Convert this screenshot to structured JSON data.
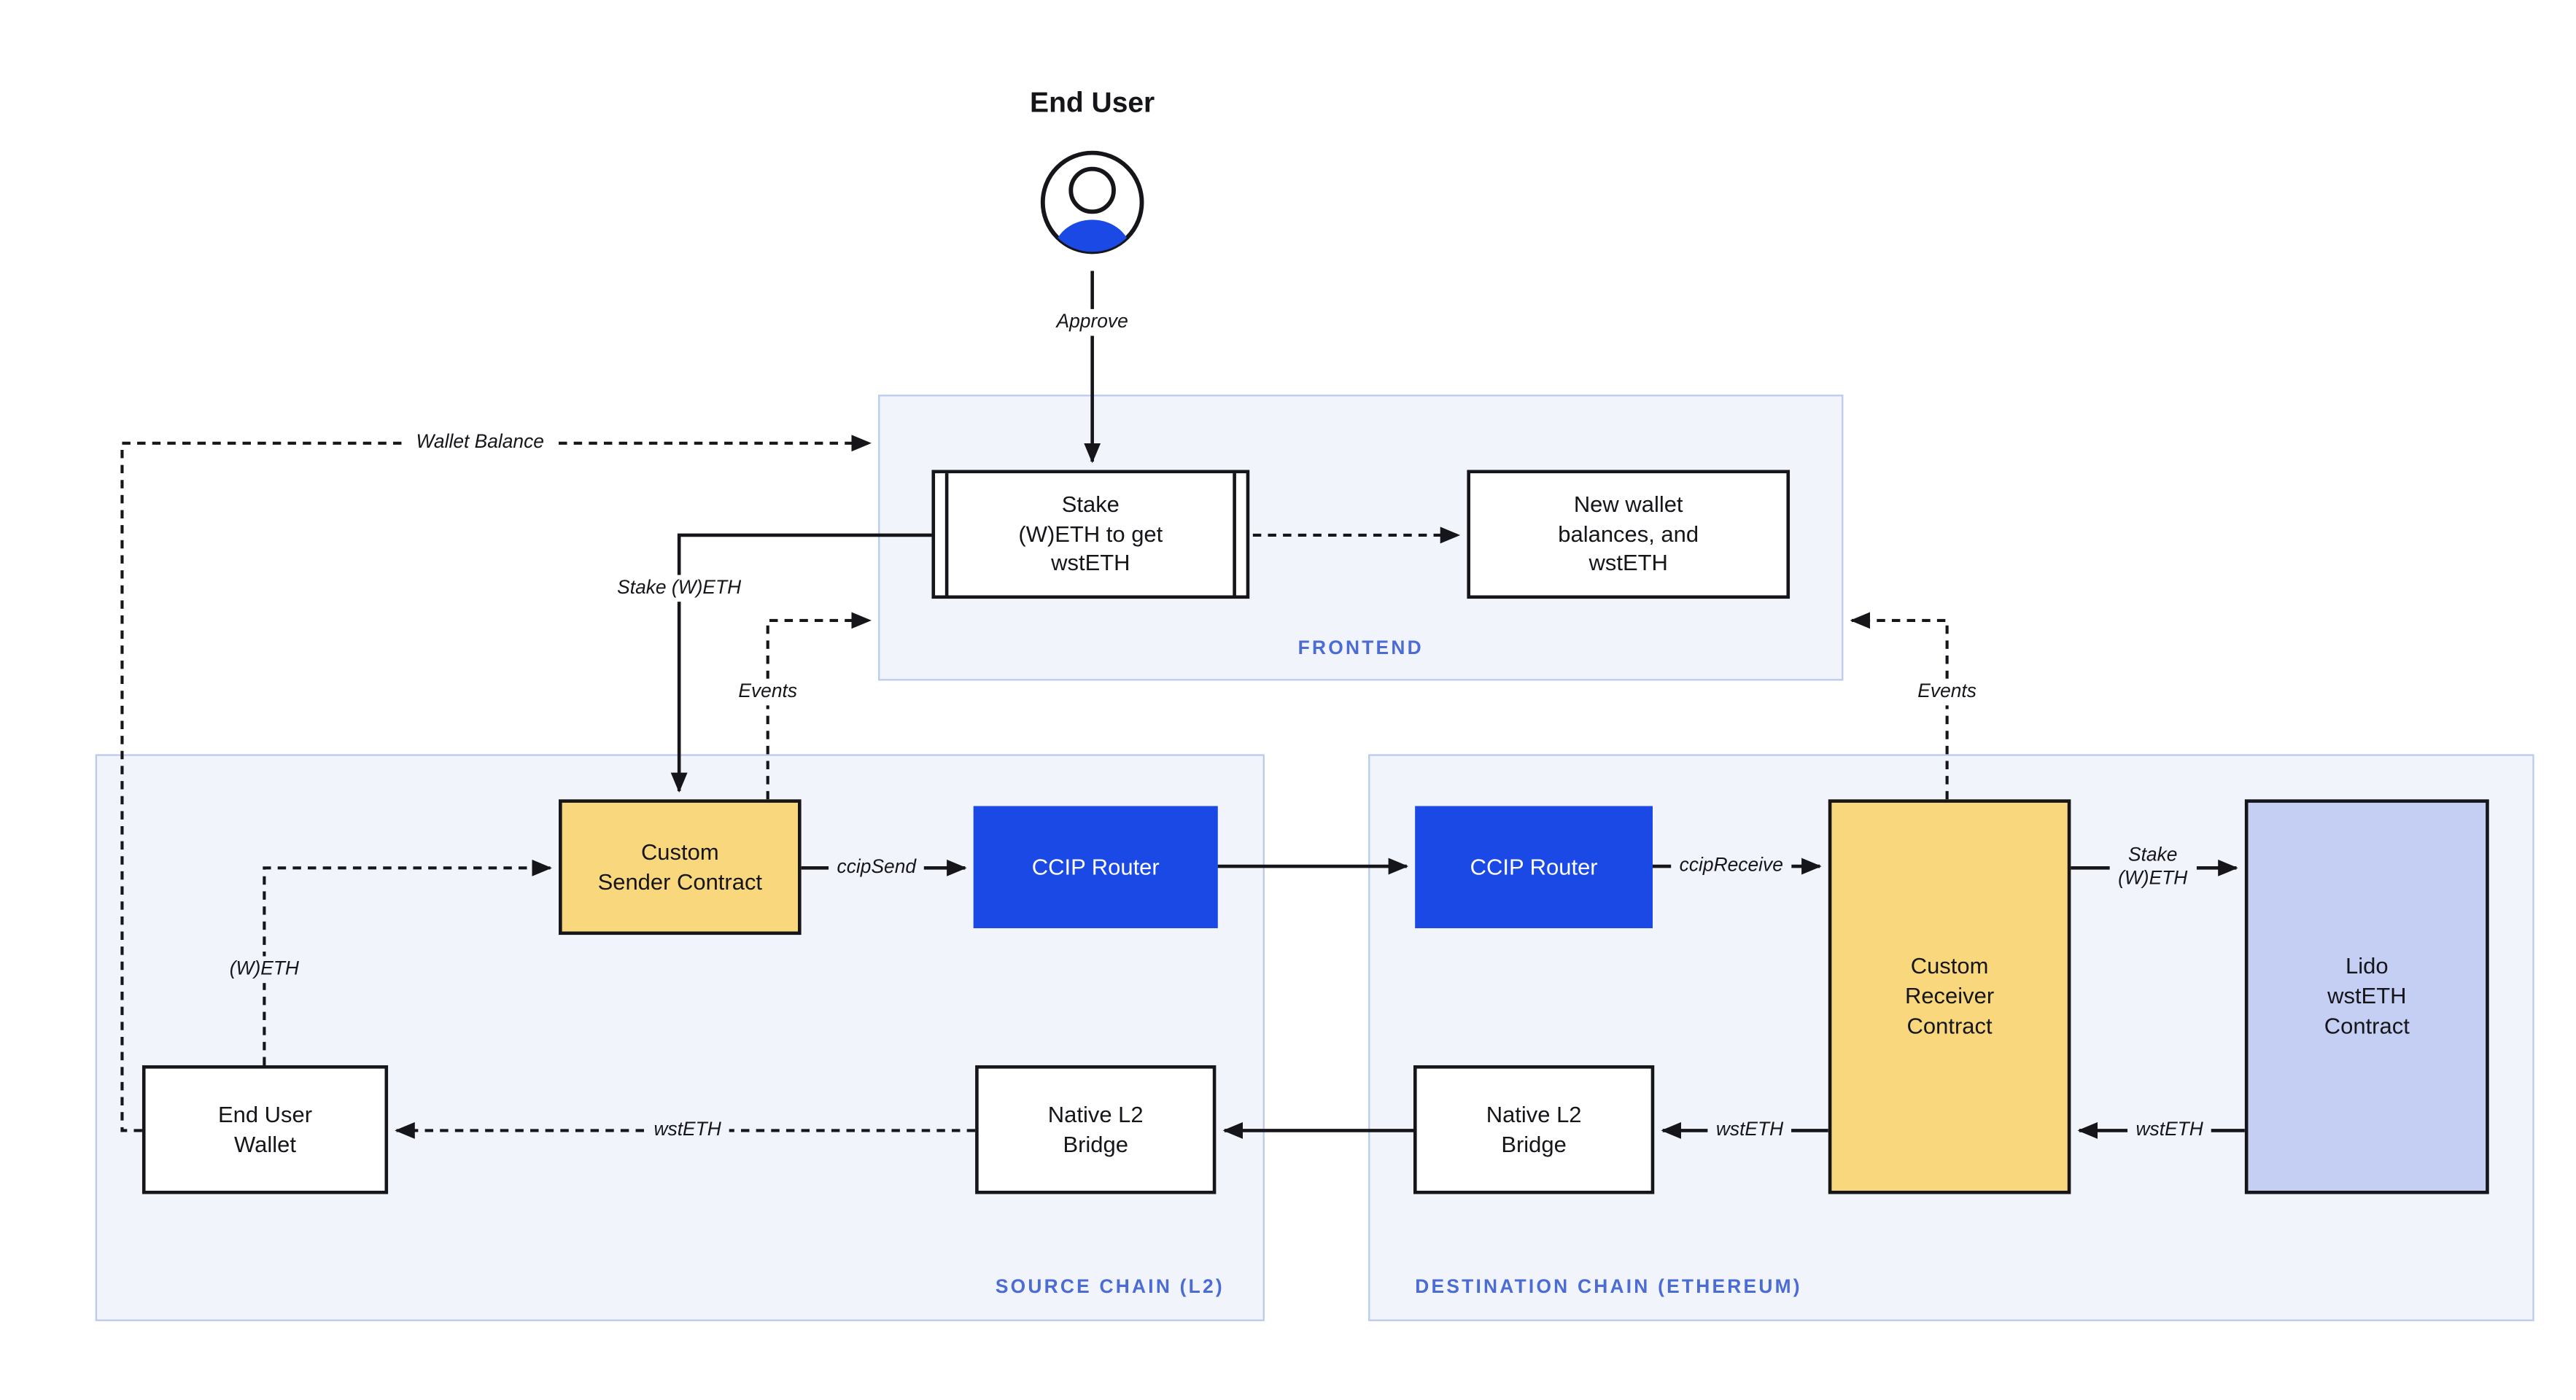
{
  "end_user": {
    "label": "End User"
  },
  "frontend": {
    "label": "FRONTEND",
    "stake_box": "Stake\n(W)ETH to get\nwstETH",
    "new_wallet_box": "New wallet\nbalances, and\nwstETH"
  },
  "source_chain": {
    "label": "SOURCE CHAIN (L2)",
    "custom_sender": "Custom\nSender Contract",
    "ccip_router": "CCIP Router",
    "end_user_wallet": "End User\nWallet",
    "native_l2_bridge": "Native L2\nBridge"
  },
  "destination_chain": {
    "label": "DESTINATION CHAIN (ETHEREUM)",
    "ccip_router": "CCIP Router",
    "custom_receiver": "Custom\nReceiver\nContract",
    "lido_contract": "Lido\nwstETH\nContract",
    "native_l2_bridge": "Native L2\nBridge"
  },
  "edges": {
    "approve": "Approve",
    "wallet_balance": "Wallet Balance",
    "stake_weth": "Stake (W)ETH",
    "events_left": "Events",
    "events_right": "Events",
    "ccip_send": "ccipSend",
    "ccip_receive": "ccipReceive",
    "stake_weth_right": "Stake\n(W)ETH",
    "wsteth_lido_to_receiver": "wstETH",
    "wsteth_receiver_to_bridge": "wstETH",
    "wsteth_bridge_to_wallet": "wstETH",
    "weth_wallet_to_sender": "(W)ETH"
  },
  "colors": {
    "accent_blue": "#1A49E5",
    "node_yellow": "#F9D77C",
    "node_lavender": "#C5CFF3",
    "container_bg": "#F1F4FB",
    "container_border": "#BCCBEC",
    "container_label": "#4B6BD5",
    "stroke_dark": "#15151A"
  }
}
